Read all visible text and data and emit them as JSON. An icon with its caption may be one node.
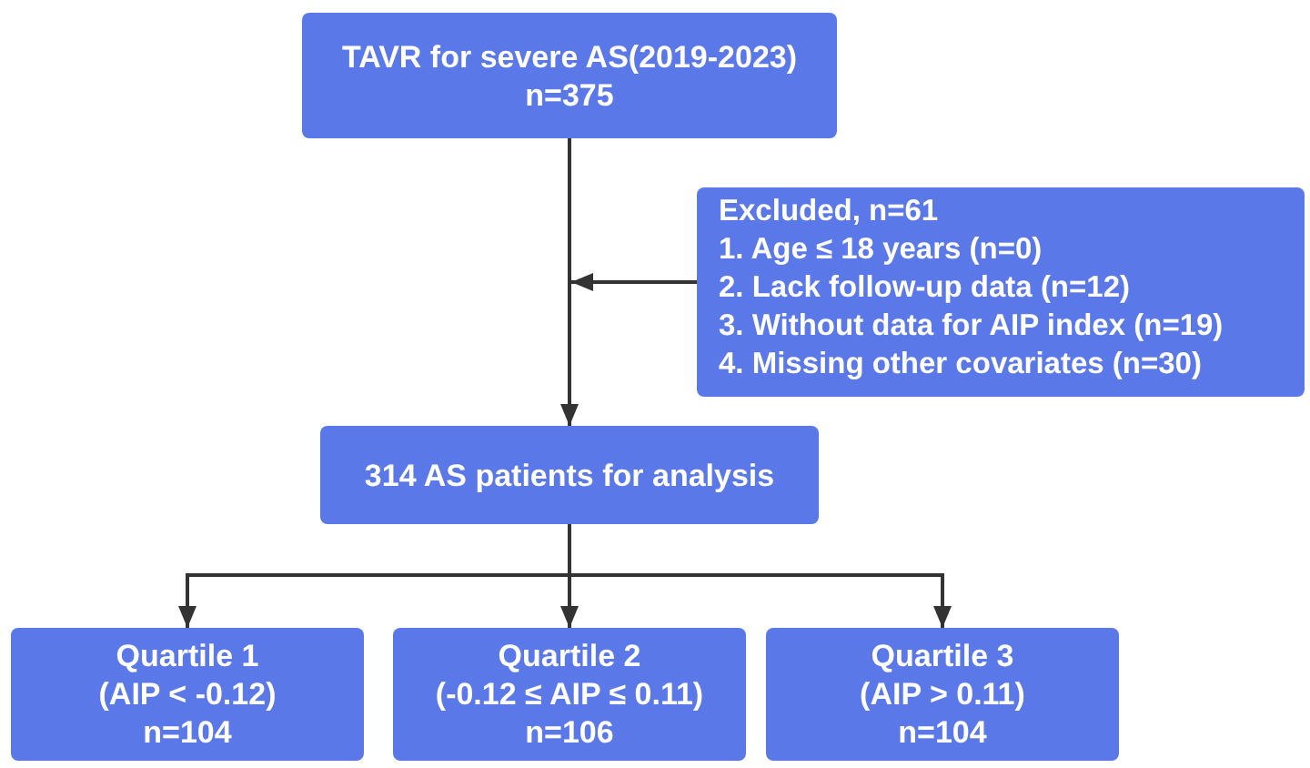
{
  "diagram": {
    "nodes": [
      {
        "text": [
          "TAVR for severe AS(2019-2023)",
          "n=375"
        ]
      },
      {
        "text": [
          "Excluded, n=61",
          "1. Age ≤ 18 years (n=0)",
          "2. Lack follow-up data (n=12)",
          "3. Without data for AIP index (n=19)",
          "4. Missing other covariates (n=30)"
        ]
      },
      {
        "text": [
          "314 AS patients for analysis"
        ]
      },
      {
        "text": [
          "Quartile 1",
          "(AIP < -0.12)",
          "n=104"
        ]
      },
      {
        "text": [
          "Quartile 2",
          "(-0.12 ≤ AIP ≤ 0.11)",
          "n=106"
        ]
      },
      {
        "text": [
          "Quartile 3",
          "(AIP > 0.11)",
          "n=104"
        ]
      }
    ],
    "edges": [
      {
        "from": 0,
        "to": 2,
        "arrow": "to"
      },
      {
        "from": 1,
        "to": null,
        "arrow": "to"
      },
      {
        "from": 2,
        "to": 3,
        "arrow": "to"
      },
      {
        "from": 2,
        "to": 4,
        "arrow": "to"
      },
      {
        "from": 2,
        "to": 5,
        "arrow": "to"
      }
    ]
  }
}
